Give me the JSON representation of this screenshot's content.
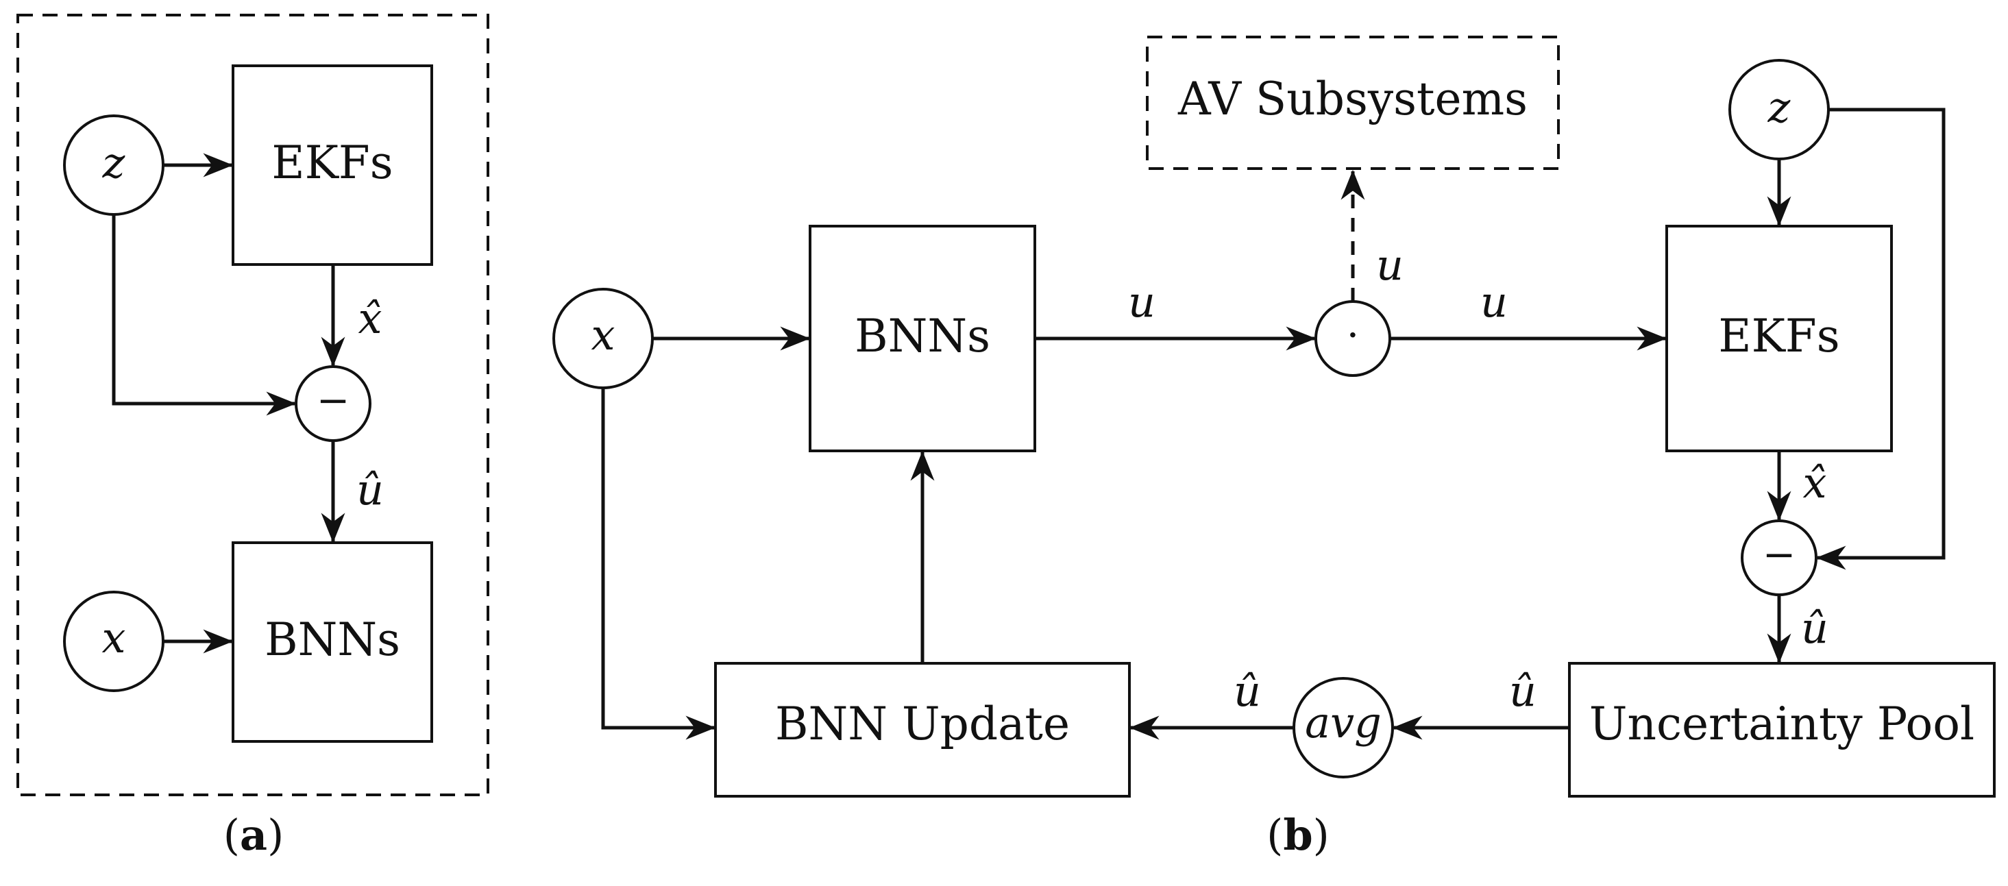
{
  "panel_a": {
    "caption_open": "(",
    "caption_letter": "a",
    "caption_close": ")",
    "blocks": {
      "ekfs": "EKFs",
      "bnns": "BNNs"
    },
    "nodes": {
      "z": "z",
      "x": "x",
      "minus": "−"
    },
    "edge_labels": {
      "x_hat": "x̂",
      "u_hat": "û"
    }
  },
  "panel_b": {
    "caption_open": "(",
    "caption_letter": "b",
    "caption_close": ")",
    "blocks": {
      "av_subsystems": "AV Subsystems",
      "bnns": "BNNs",
      "ekfs": "EKFs",
      "bnn_update": "BNN Update",
      "uncertainty_pool": "Uncertainty Pool"
    },
    "nodes": {
      "x": "x",
      "z": "z",
      "dot": "·",
      "minus": "−",
      "avg": "avg"
    },
    "edge_labels": {
      "u_bnn_out": "u",
      "u_to_av": "u",
      "u_to_ekf": "u",
      "x_hat": "x̂",
      "u_hat_pool_in": "û",
      "u_hat_pool_out": "û",
      "u_hat_update": "û"
    }
  }
}
